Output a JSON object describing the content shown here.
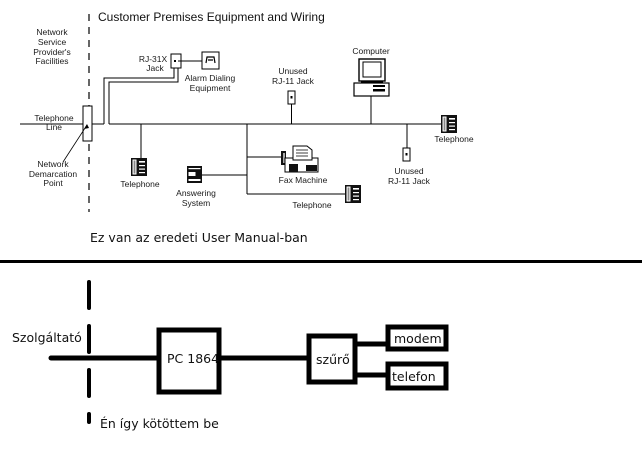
{
  "top_diagram": {
    "title": "Customer Premises Equipment and Wiring",
    "provider_label": [
      "Network",
      "Service",
      "Provider's",
      "Facilities"
    ],
    "telephone_line_label": [
      "Telephone",
      "Line"
    ],
    "demarcation_label": [
      "Network",
      "Demarcation",
      "Point"
    ],
    "rj31x_label": [
      "RJ-31X",
      "Jack"
    ],
    "alarm_label": [
      "Alarm Dialing",
      "Equipment"
    ],
    "unused_jack_top_label": [
      "Unused",
      "RJ-11 Jack"
    ],
    "computer_label": "Computer",
    "telephone_right_label": "Telephone",
    "unused_jack_bottom_label": [
      "Unused",
      "RJ-11 Jack"
    ],
    "telephone_left_label": "Telephone",
    "answering_label": [
      "Answering",
      "System"
    ],
    "fax_label": "Fax Machine",
    "telephone_bottom_label": "Telephone"
  },
  "caption_original": "Ez van az eredeti User Manual-ban",
  "bottom_diagram": {
    "provider_label": "Szolgáltató",
    "panel_box": "PC 1864",
    "filter_box": "szűrő",
    "modem_box": "modem",
    "phone_box": "telefon",
    "caption": "Én így kötöttem be"
  }
}
